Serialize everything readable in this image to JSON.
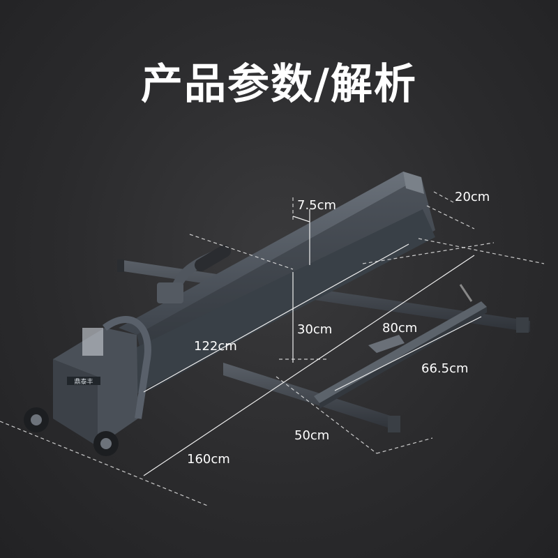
{
  "title": "产品参数/解析",
  "brand_label": "鼎泰丰",
  "dimensions": {
    "rail_height": "7.5cm",
    "rail_width": "20cm",
    "height": "30cm",
    "cut_length": "122cm",
    "extension_arm": "80cm",
    "support_arm": "66.5cm",
    "base_width": "50cm",
    "total_length": "160cm"
  },
  "colors": {
    "background": "#2b2b2d",
    "body": "#4a5058",
    "title": "#ffffff"
  }
}
